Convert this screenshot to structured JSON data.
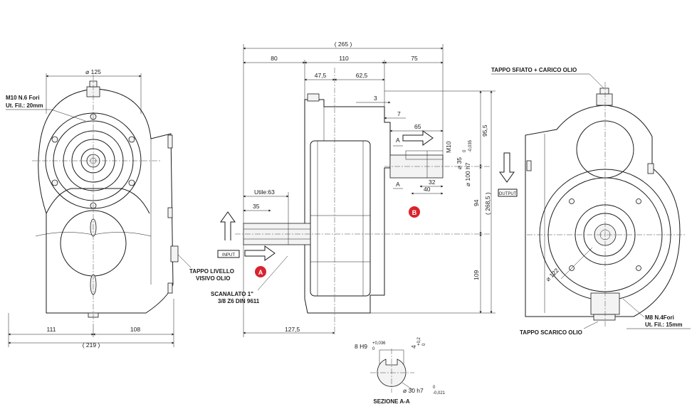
{
  "front_view": {
    "dia_125": "⌀ 125",
    "bolt_note_line1": "M10 N.6 Fori",
    "bolt_note_line2": "Ut. Fil.: 20mm",
    "dim_111": "111",
    "dim_108": "108",
    "dim_219": "( 219 )",
    "level_plug_line1": "TAPPO LIVELLO",
    "level_plug_line2": "VISIVO OLIO"
  },
  "side_view": {
    "dim_265": "( 265 )",
    "dim_80": "80",
    "dim_110": "110",
    "dim_75": "75",
    "dim_47_5": "47,5",
    "dim_62_5": "62,5",
    "dim_3": "3",
    "dim_7": "7",
    "dim_65": "65",
    "dim_m10": "M10",
    "dim_35_shaft": "⌀ 35",
    "dim_100h7": "⌀ 100 h7",
    "dim_100h7_tol_top": "0",
    "dim_100h7_tol_bot": "-0,035",
    "dim_32": "32",
    "dim_40": "40",
    "dim_95_5": "95,5",
    "dim_94": "94",
    "dim_268_5": "( 268,5 )",
    "dim_109": "109",
    "utile_63": "Utile:63",
    "dim_35_input": "35",
    "dim_127_5": "127,5",
    "input_label": "INPUT",
    "output_label": "OUTPUT",
    "section_letter": "A",
    "marker_a": "A",
    "marker_b": "B",
    "spline_line1": "SCANALATO 1\"",
    "spline_line2": "3/8 Z6 DIN 9611"
  },
  "rear_view": {
    "breather_label": "TAPPO SFIATO + CARICO OLIO",
    "dia_122": "⌀ 122",
    "bolt_note_line1": "M8 N.4Fori",
    "bolt_note_line2": "Ut. Fil.: 15mm",
    "drain_label": "TAPPO SCARICO OLIO"
  },
  "section": {
    "key_width": "8 H9",
    "key_width_tol_top": "+0,036",
    "key_width_tol_bot": "0",
    "key_depth": "4",
    "key_depth_tol_top": "+0,2",
    "key_depth_tol_bot": "0",
    "shaft_dia": "⌀ 30 h7",
    "shaft_tol_top": "0",
    "shaft_tol_bot": "-0,021",
    "title": "SEZIONE A-A"
  },
  "colors": {
    "line": "#1a1a1a",
    "marker": "#d9232e",
    "background": "#ffffff"
  }
}
